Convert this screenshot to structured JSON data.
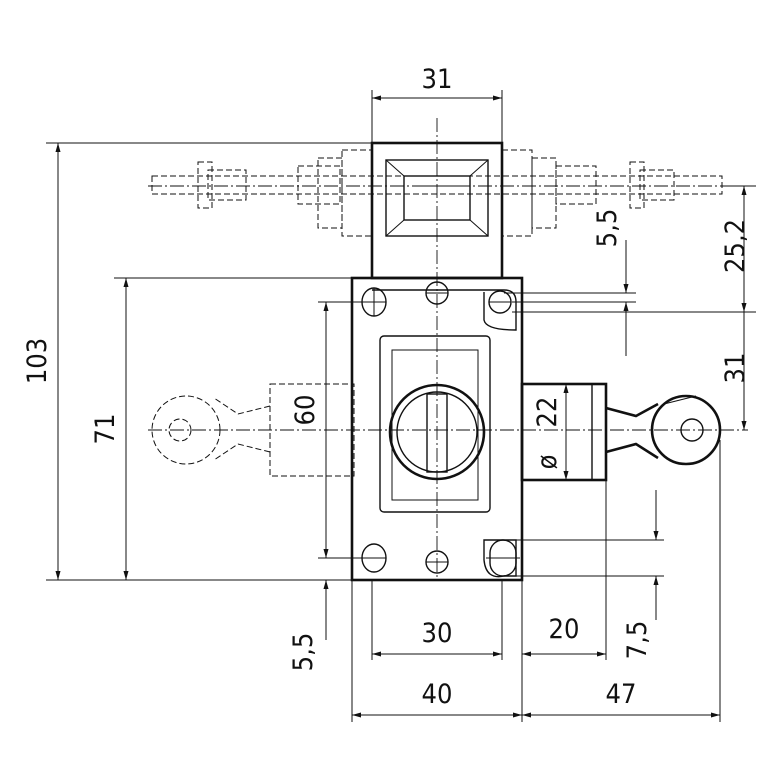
{
  "drawing": {
    "dimensions": {
      "top_width": "31",
      "total_height": "103",
      "height_71": "71",
      "height_60": "60",
      "diameter_symbol": "ø",
      "diameter_value": "22",
      "actuator_offset": "25,2",
      "hole_offset_top": "5,5",
      "actuator_to_center": "31",
      "hole_offset_bottom": "5,5",
      "hole_spacing": "30",
      "cylinder_length": "20",
      "bottom_slot_offset": "7,5",
      "body_width": "40",
      "key_length": "47"
    }
  }
}
